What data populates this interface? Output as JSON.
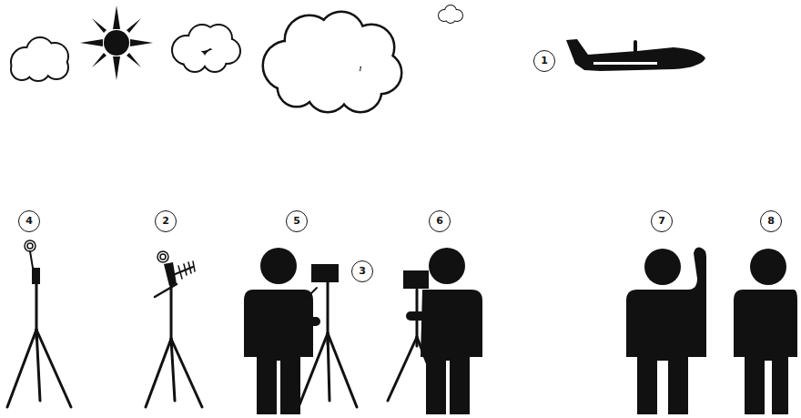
{
  "diagram": {
    "labels": [
      "1",
      "4",
      "2",
      "5",
      "6",
      "7",
      "8",
      "3"
    ]
  }
}
